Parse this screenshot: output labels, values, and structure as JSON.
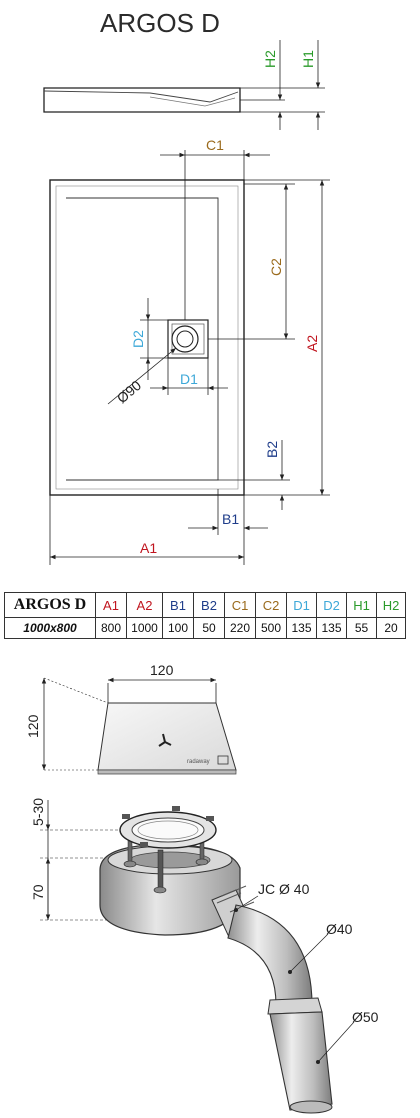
{
  "title": "ARGOS D",
  "colors": {
    "a": "#c0141e",
    "b": "#1f3d8a",
    "c": "#9a6a1c",
    "d": "#3da8d8",
    "h": "#2a9a2a",
    "line": "#222222"
  },
  "labels": {
    "h1": "H1",
    "h2": "H2",
    "c1": "C1",
    "c2": "C2",
    "a1": "A1",
    "a2": "A2",
    "b1": "B1",
    "b2": "B2",
    "d1": "D1",
    "d2": "D2",
    "phi90": "Ø90"
  },
  "table": {
    "model": "ARGOS D",
    "size": "1000x800",
    "headers": [
      {
        "text": "A1",
        "color": "#c0141e"
      },
      {
        "text": "A2",
        "color": "#c0141e"
      },
      {
        "text": "B1",
        "color": "#1f3d8a"
      },
      {
        "text": "B2",
        "color": "#1f3d8a"
      },
      {
        "text": "C1",
        "color": "#9a6a1c"
      },
      {
        "text": "C2",
        "color": "#9a6a1c"
      },
      {
        "text": "D1",
        "color": "#3da8d8"
      },
      {
        "text": "D2",
        "color": "#3da8d8"
      },
      {
        "text": "H1",
        "color": "#2a9a2a"
      },
      {
        "text": "H2",
        "color": "#2a9a2a"
      }
    ],
    "values": [
      "800",
      "1000",
      "100",
      "50",
      "220",
      "500",
      "135",
      "135",
      "55",
      "20"
    ]
  },
  "trap": {
    "top_width": "120",
    "side_depth": "120",
    "adjust_range": "5-30",
    "height": "70",
    "jc_label": "JC Ø 40",
    "pipe_40": "Ø40",
    "pipe_50": "Ø50",
    "brand_mark": "radaway"
  }
}
